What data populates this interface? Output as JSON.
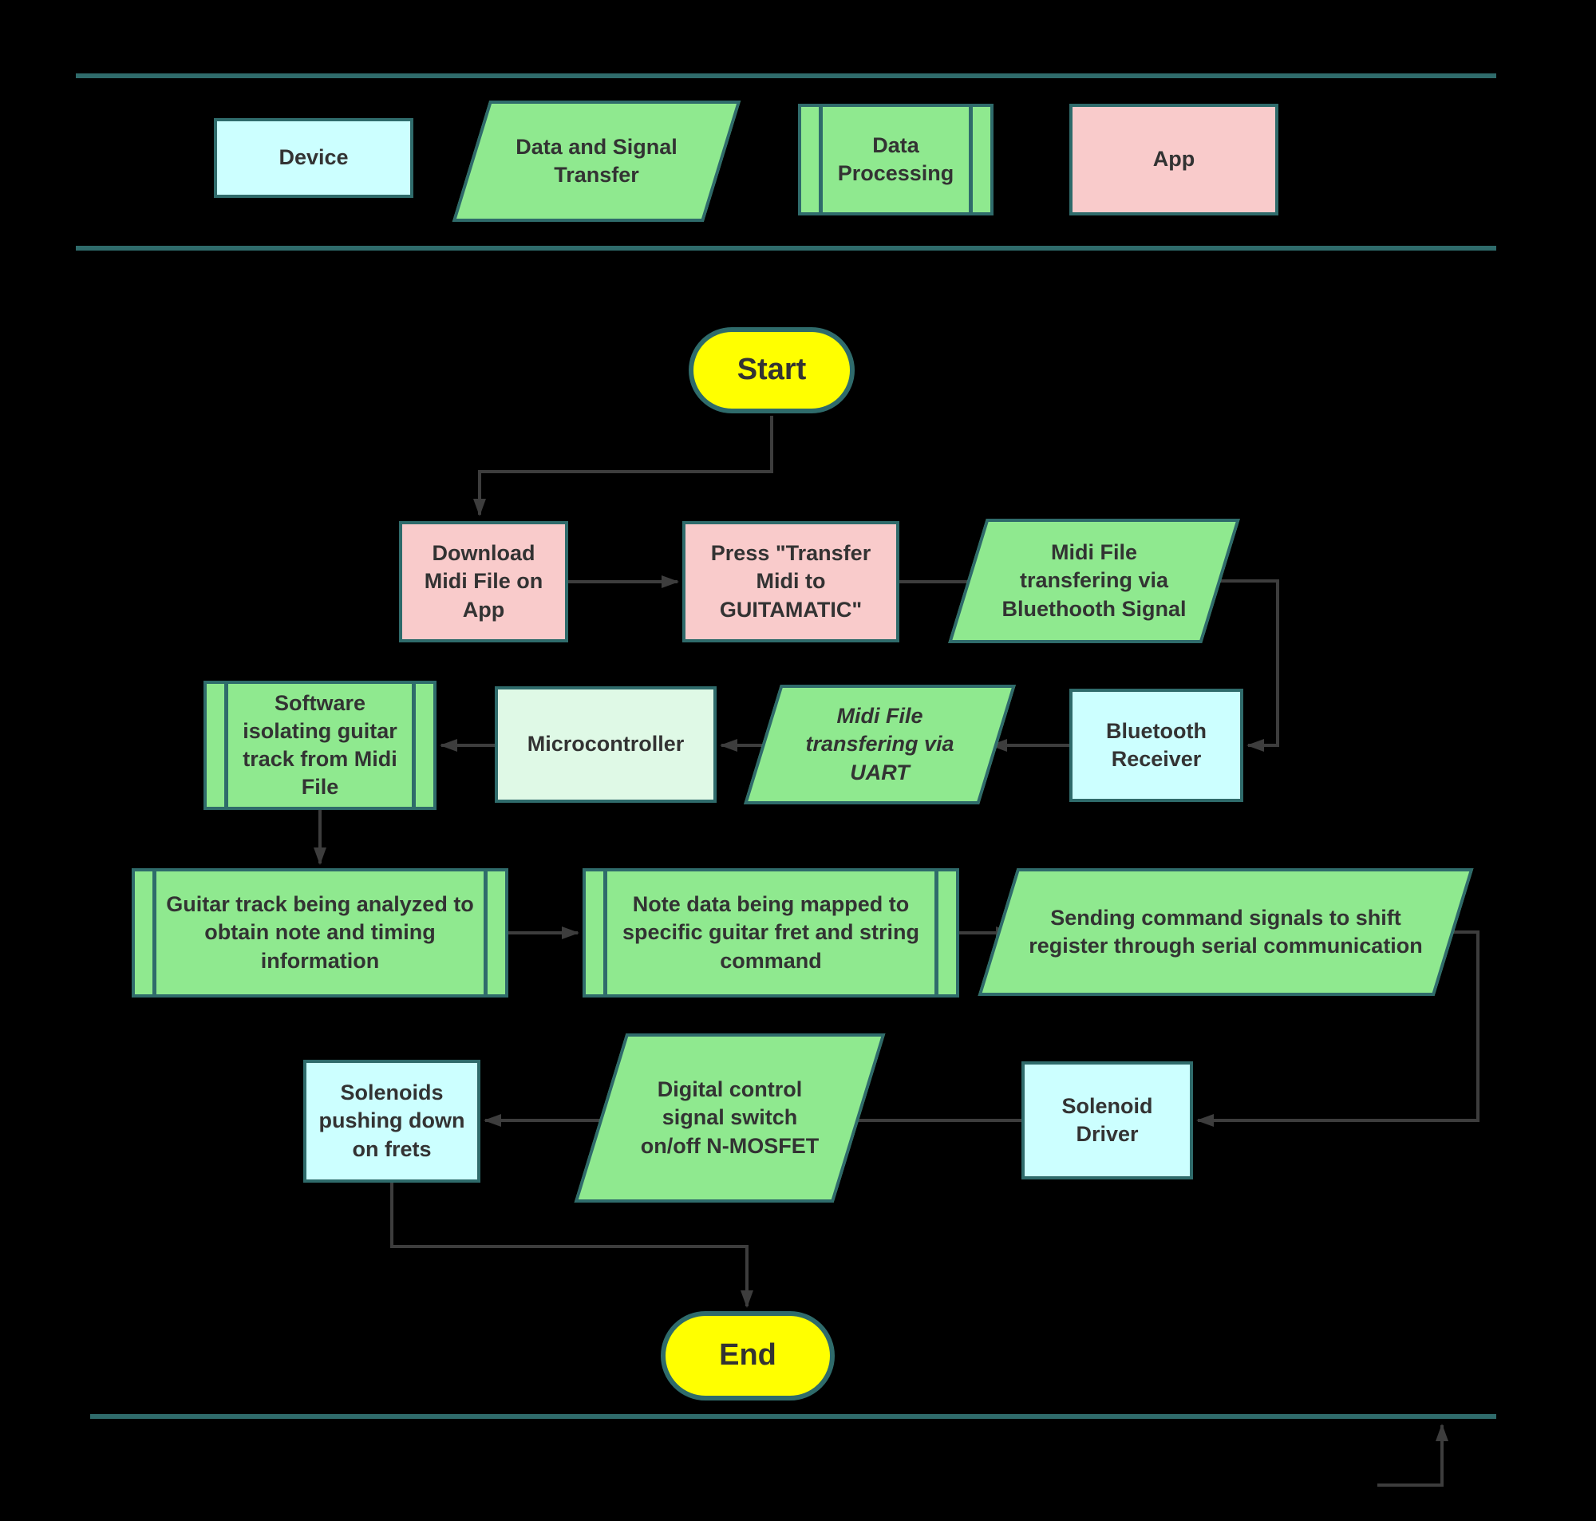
{
  "diagram": {
    "type": "flowchart",
    "colors": {
      "background": "#000000",
      "border_teal": "#2F6B6B",
      "arrow_gray": "#3D3D3D",
      "device_fill": "#CCFFFF",
      "transfer_fill": "#8FE98F",
      "processing_fill": "#8FE98F",
      "app_fill": "#F9CBCB",
      "terminal_fill": "#FFFF00",
      "microcontroller_fill": "#DFF9E6"
    }
  },
  "legend": {
    "device": "Device",
    "transfer": "Data and Signal Transfer",
    "processing": "Data Processing",
    "app": "App"
  },
  "nodes": {
    "start": "Start",
    "download": "Download Midi File on App",
    "press": "Press \"Transfer Midi to GUITAMATIC\"",
    "bt_signal": "Midi File transfering via Bluethooth Signal",
    "bt_receiver": "Bluetooth Receiver",
    "uart": "Midi File transfering via UART",
    "microcontroller": "Microcontroller",
    "software": "Software isolating guitar track from Midi File",
    "guitar_track": "Guitar track being analyzed to obtain note and timing information",
    "note_data": "Note data being mapped to specific guitar fret and string command",
    "sending": "Sending command signals to shift register through serial communication",
    "solenoid_driver": "Solenoid Driver",
    "digital_control": "Digital control signal switch on/off N-MOSFET",
    "solenoids": "Solenoids pushing down on frets",
    "end": "End"
  }
}
